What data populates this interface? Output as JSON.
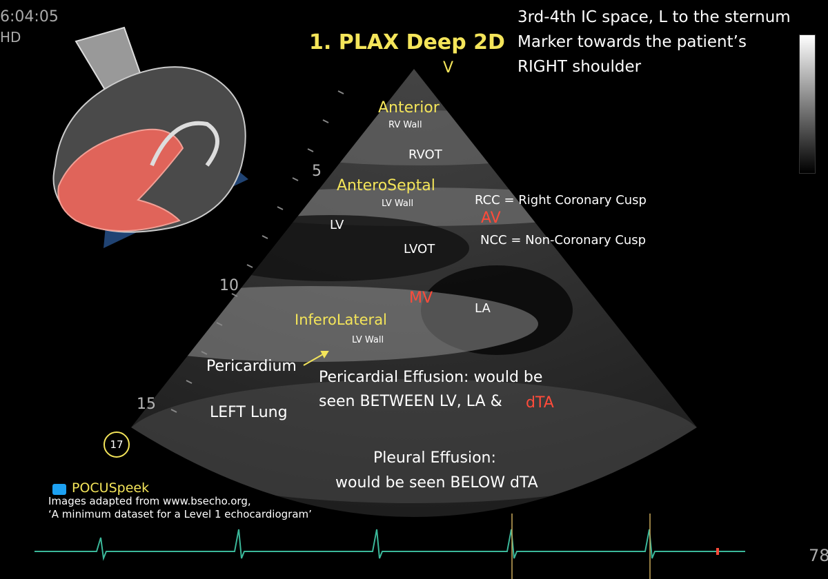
{
  "header": {
    "time": "6:04:05",
    "mode": "HD",
    "title": "1. PLAX Deep 2D",
    "marker": "V",
    "instructions": [
      "3rd-4th IC space, L to the sternum",
      "Marker towards the patient’s",
      "RIGHT shoulder"
    ]
  },
  "depth_scale": [
    "5",
    "10",
    "15"
  ],
  "labels": {
    "anterior": "Anterior",
    "rv_wall": "RV Wall",
    "rvot": "RVOT",
    "anteroseptal": "AnteroSeptal",
    "lv_wall_1": "LV Wall",
    "lv": "LV",
    "lvot": "LVOT",
    "rcc": "RCC = Right Coronary Cusp",
    "av": "AV",
    "ncc": "NCC = Non-Coronary Cusp",
    "mv": "MV",
    "la": "LA",
    "inferolateral": "InferoLateral",
    "lv_wall_2": "LV Wall",
    "pericardium": "Pericardium",
    "left_lung": "LEFT Lung",
    "effusion_1": "Pericardial Effusion: would be",
    "effusion_2": "seen BETWEEN LV, LA &",
    "dta": "dTA",
    "pleural_1": "Pleural Effusion:",
    "pleural_2": "would be seen BELOW dTA"
  },
  "badge": "17",
  "footer": {
    "handle": "POCUSpeek",
    "credit_1": "Images adapted from www.bsecho.org,",
    "credit_2": "‘A minimum dataset for a Level 1 echocardiogram’",
    "hr_value": "78"
  },
  "colors": {
    "label_yellow": "#f4e55a",
    "label_red": "#ff4b3a",
    "ecg_green": "#3bb89a"
  }
}
